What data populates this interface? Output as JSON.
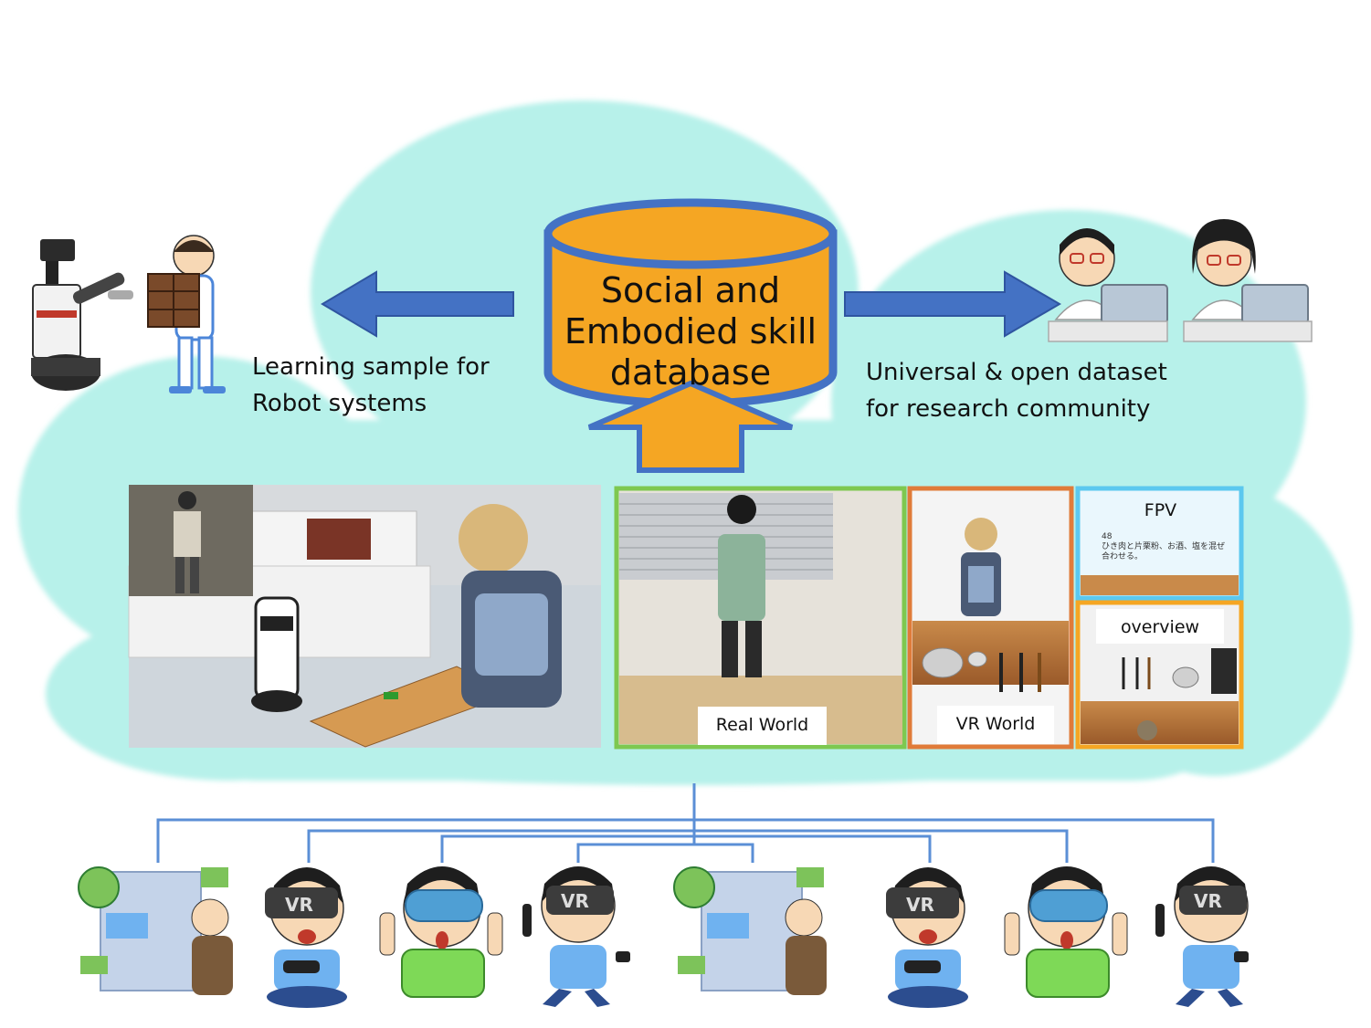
{
  "database": {
    "lines": [
      "Social and",
      "Embodied skill",
      "database"
    ]
  },
  "left_caption": {
    "lines": [
      "Learning sample for",
      "Robot systems"
    ]
  },
  "right_caption": {
    "lines": [
      "Universal & open dataset",
      "for research community"
    ]
  },
  "panels": {
    "real_world": "Real World",
    "vr_world": "VR World",
    "fpv": "FPV",
    "overview": "overview",
    "fpv_screen_text": "ひき肉と片栗粉、お酒、塩を混ぜ合わせる。",
    "fpv_screen_number": "48"
  },
  "headset_label": "VR",
  "colors": {
    "cloud": "#b7f1ea",
    "arrow_blue": "#4472c4",
    "db_orange": "#f5a623",
    "tree_line": "#5b8fd6",
    "real_world_border": "#7ec850",
    "vr_world_border": "#e07b39",
    "fpv_border": "#5bc8ef",
    "overview_border": "#f5a623"
  }
}
